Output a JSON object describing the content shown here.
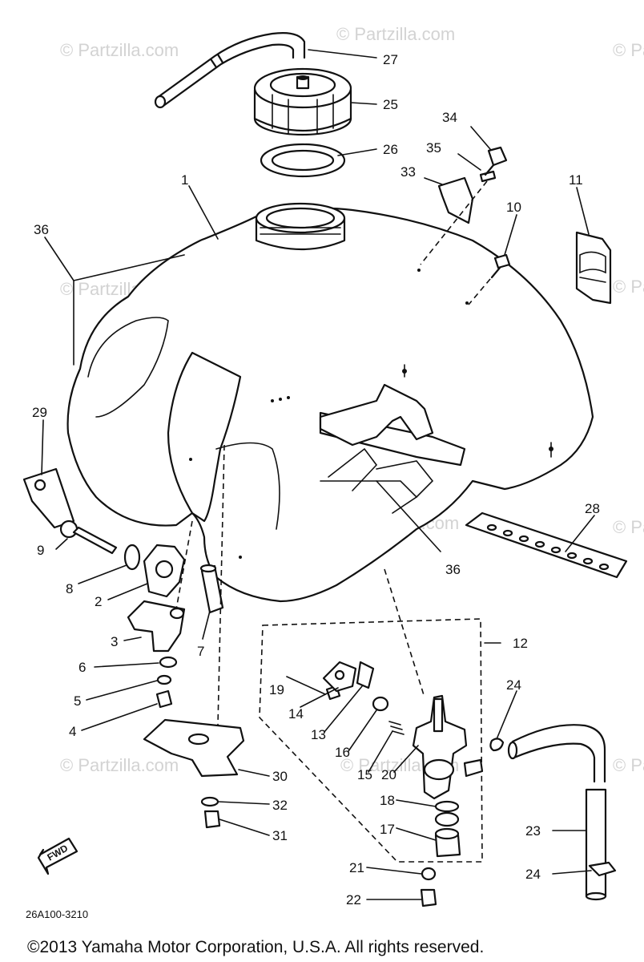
{
  "watermark": "© Partzilla.com",
  "diagram_code": "26A100-3210",
  "fwd_label": "FWD",
  "copyright": "©2013  Yamaha Motor Corporation, U.S.A. All rights reserved.",
  "callouts": {
    "p1": "1",
    "p2": "2",
    "p3": "3",
    "p4": "4",
    "p5": "5",
    "p6": "6",
    "p7": "7",
    "p8": "8",
    "p9": "9",
    "p10": "10",
    "p11": "11",
    "p12": "12",
    "p13": "13",
    "p14": "14",
    "p15": "15",
    "p16": "16",
    "p17": "17",
    "p18": "18",
    "p19": "19",
    "p20": "20",
    "p21": "21",
    "p22": "22",
    "p23": "23",
    "p24a": "24",
    "p24b": "24",
    "p25": "25",
    "p26": "26",
    "p27": "27",
    "p28": "28",
    "p29": "29",
    "p30": "30",
    "p31": "31",
    "p32": "32",
    "p33": "33",
    "p34": "34",
    "p35": "35",
    "p36a": "36",
    "p36b": "36"
  }
}
